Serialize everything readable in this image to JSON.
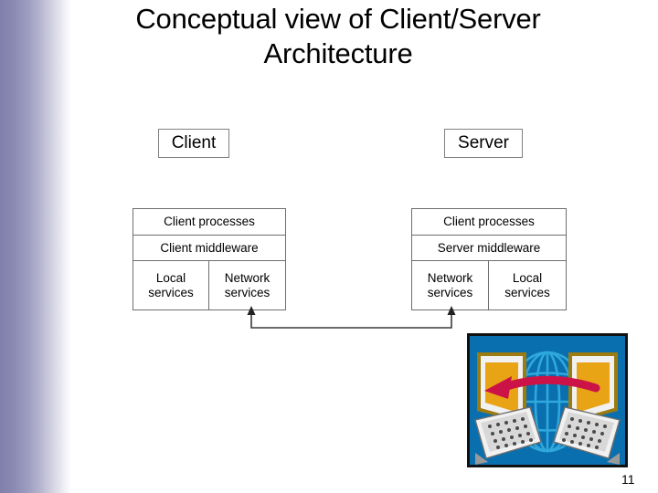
{
  "slide": {
    "title": "Conceptual view of Client/Server Architecture",
    "title_line1": "Conceptual view of Client/Server",
    "title_line2": "Architecture",
    "page_number": "11",
    "background_color": "#ffffff",
    "accent_band_color": "#807fab"
  },
  "headers": {
    "client": "Client",
    "server": "Server"
  },
  "client_stack": {
    "rows": [
      {
        "cells": [
          "Client processes"
        ]
      },
      {
        "cells": [
          "Client middleware"
        ]
      },
      {
        "cells": [
          "Local services",
          "Network services"
        ]
      }
    ],
    "row_labels": {
      "processes": "Client processes",
      "middleware": "Client middleware",
      "local": "Local\nservices",
      "network": "Network\nservices",
      "local_line1": "Local",
      "local_line2": "services",
      "network_line1": "Network",
      "network_line2": "services"
    }
  },
  "server_stack": {
    "rows": [
      {
        "cells": [
          "Client processes"
        ]
      },
      {
        "cells": [
          "Server middleware"
        ]
      },
      {
        "cells": [
          "Network services",
          "Local services"
        ]
      }
    ],
    "row_labels": {
      "processes": "Client processes",
      "middleware": "Server middleware",
      "network_line1": "Network",
      "network_line2": "services",
      "local_line1": "Local",
      "local_line2": "services"
    }
  },
  "connector": {
    "description": "double-headed connector linking client network services to server network services",
    "left_arrow": "up-arrow",
    "right_arrow": "up-arrow",
    "line_color": "#3a3a3a"
  },
  "clipart": {
    "name": "two-laptops-globe-network-image",
    "alt": "Two laptops facing each other over a globe with a red arrow pointing left",
    "colors": {
      "background": "#0a6fae",
      "globe": "#2fa8dd",
      "screen": "#e8a415",
      "bezel": "#f1f1f1",
      "bezel_outline": "#9c7b10",
      "keyboard": "#d8d8d8",
      "key": "#4a4a4a",
      "arrow": "#cc1347",
      "frame": "#111111"
    }
  }
}
